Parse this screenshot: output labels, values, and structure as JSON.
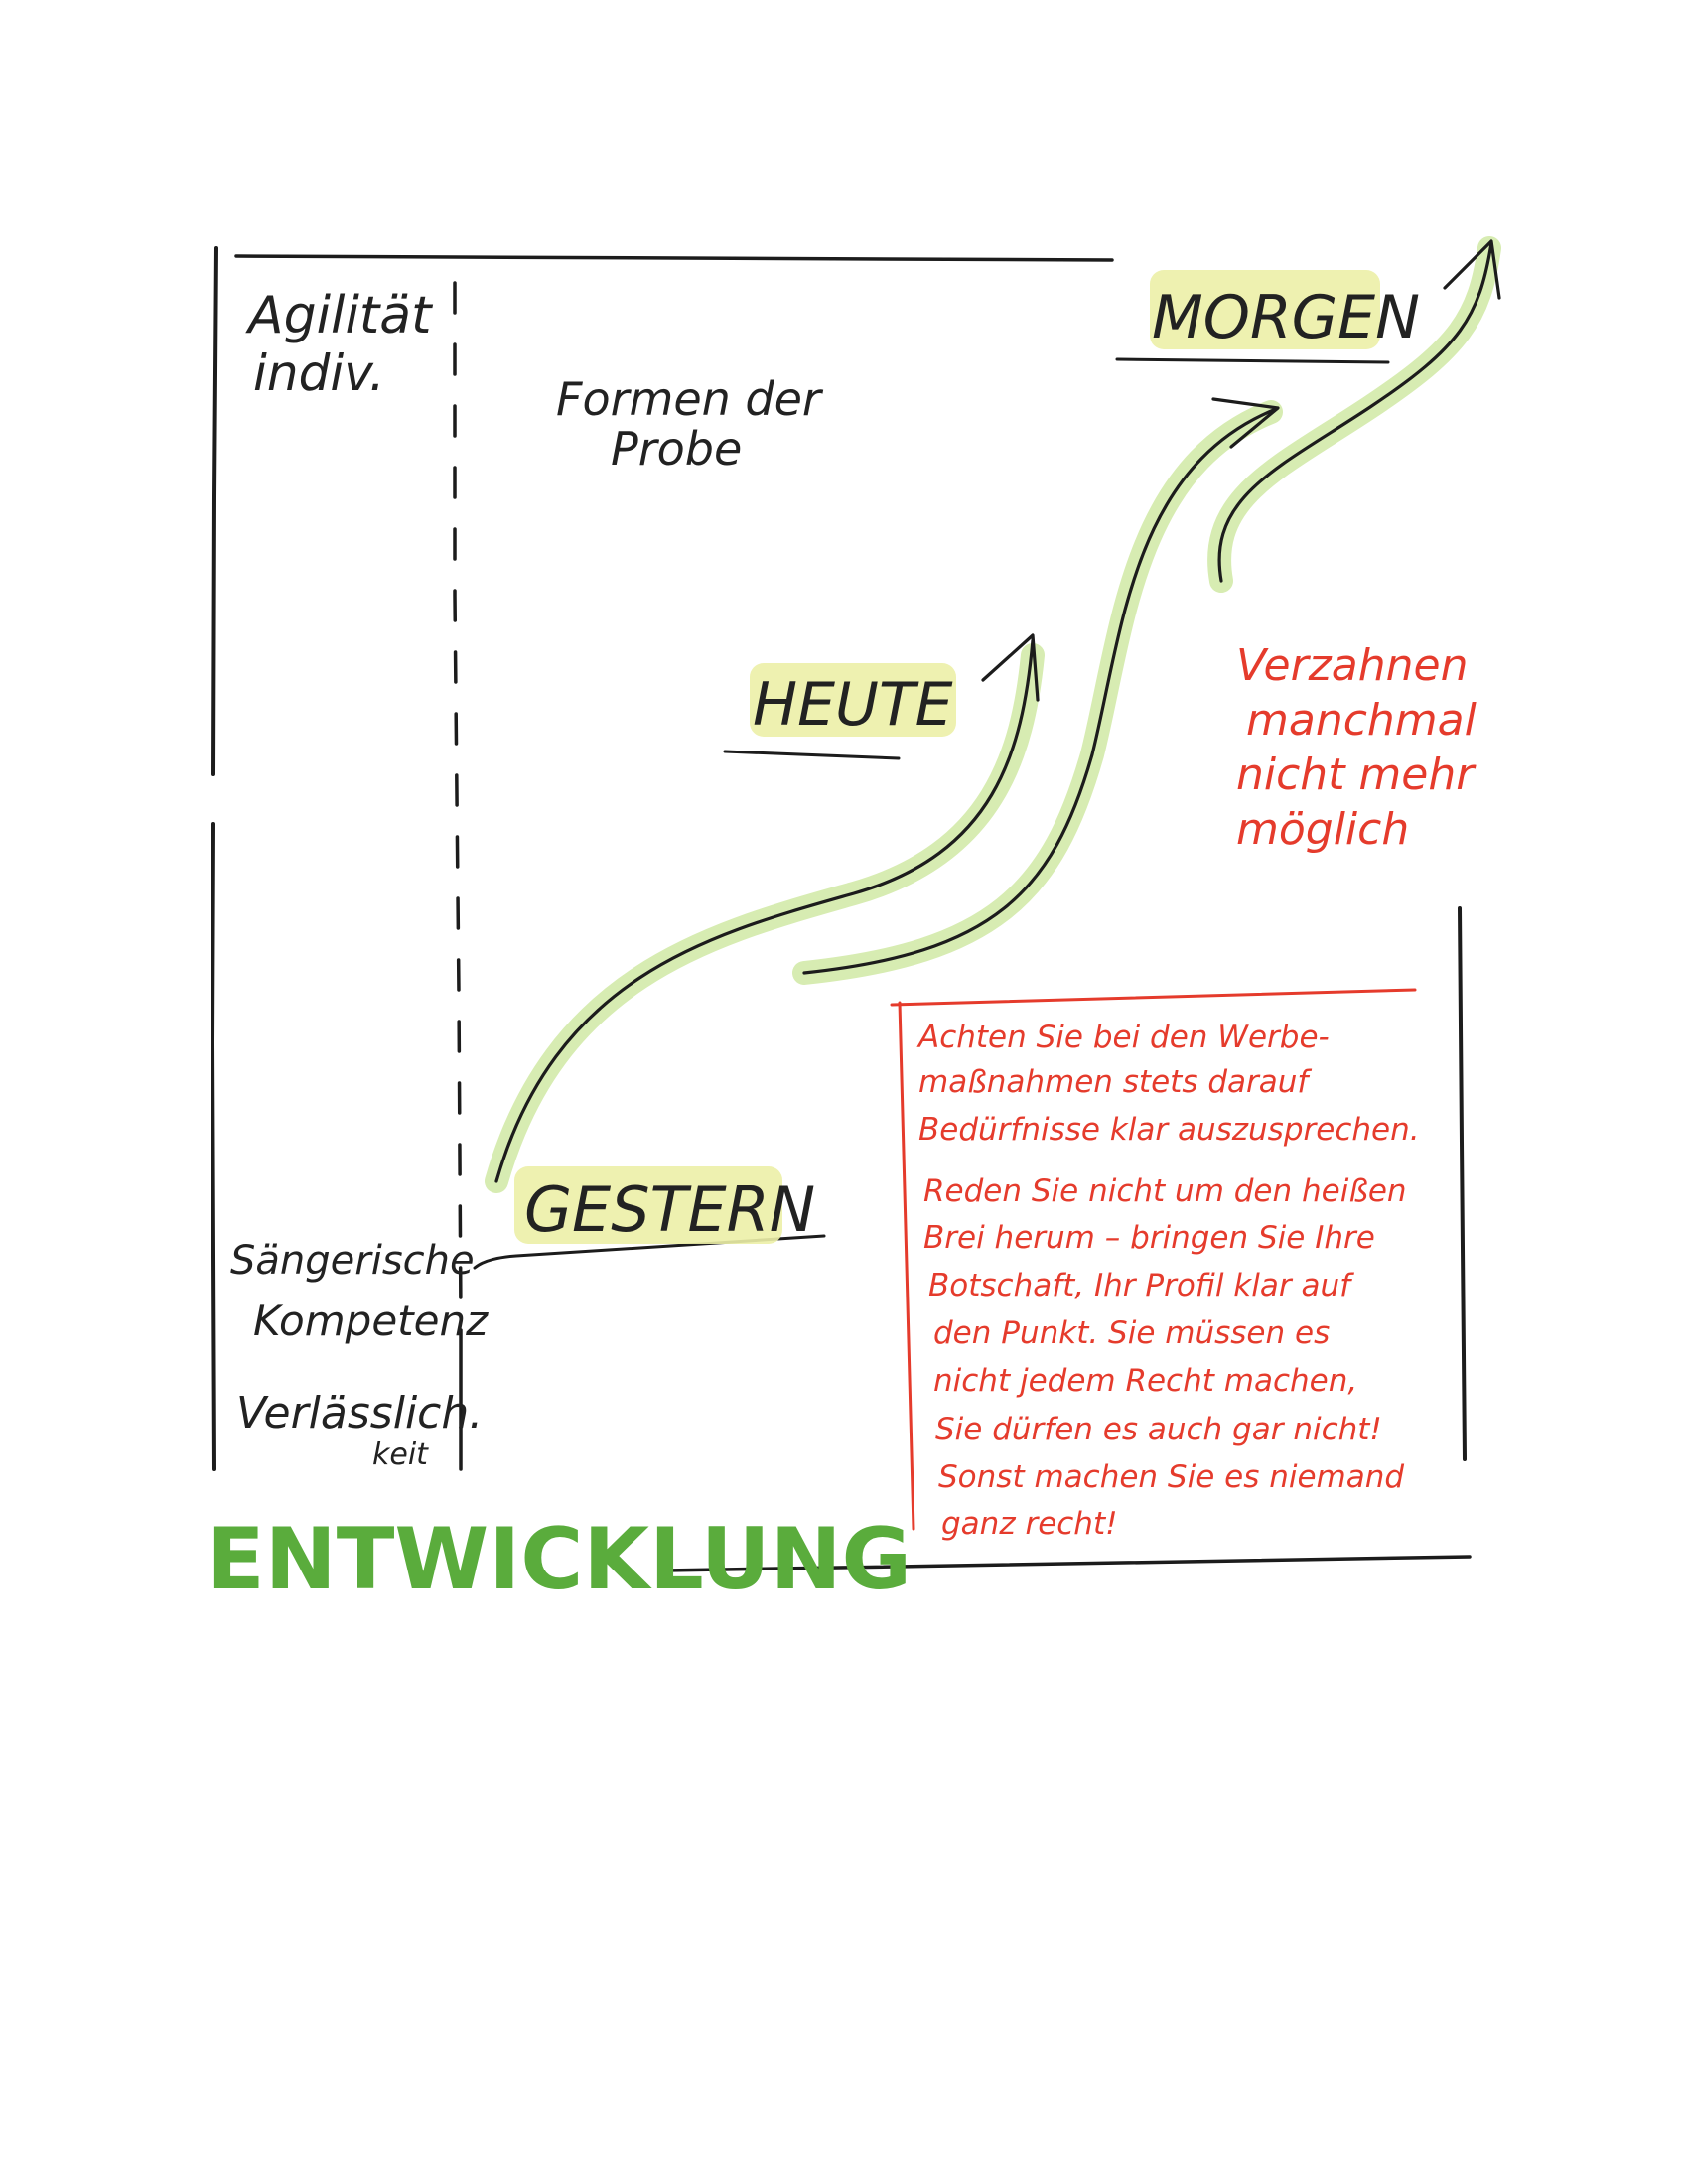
{
  "labels": {
    "left_top": [
      "Agilität",
      "indiv."
    ],
    "left_bottom_1": [
      "Sängerische",
      "Kompetenz"
    ],
    "left_bottom_2": [
      "Verlässlich.",
      "keit"
    ],
    "forms": [
      "Formen der",
      "Probe"
    ],
    "gestern": "GESTERN",
    "heute": "HEUTE",
    "morgen": "MORGEN",
    "entwicklung": "ENTWICKLUNG"
  },
  "red_note": [
    "Verzahnen",
    "manchmal",
    "nicht mehr",
    "möglich"
  ],
  "red_box_text": [
    "Achten Sie bei den Werbe-",
    "maßnahmen stets darauf",
    "Bedürfnisse klar auszusprechen.",
    "Reden Sie nicht um den heißen",
    "Brei herum – bringen Sie Ihre",
    "Botschaft, Ihr Profil klar auf",
    "den Punkt. Sie müssen es",
    "nicht jedem Recht machen,",
    "Sie dürfen es auch gar nicht!",
    "Sonst machen Sie es niemand",
    "ganz recht!"
  ],
  "colors": {
    "ink": "#1c1c1c",
    "red": "#e53b2c",
    "green": "#5aac3c",
    "highlight_yellow": "#ecefa7",
    "arrow_glow": "#d7ecb2"
  }
}
